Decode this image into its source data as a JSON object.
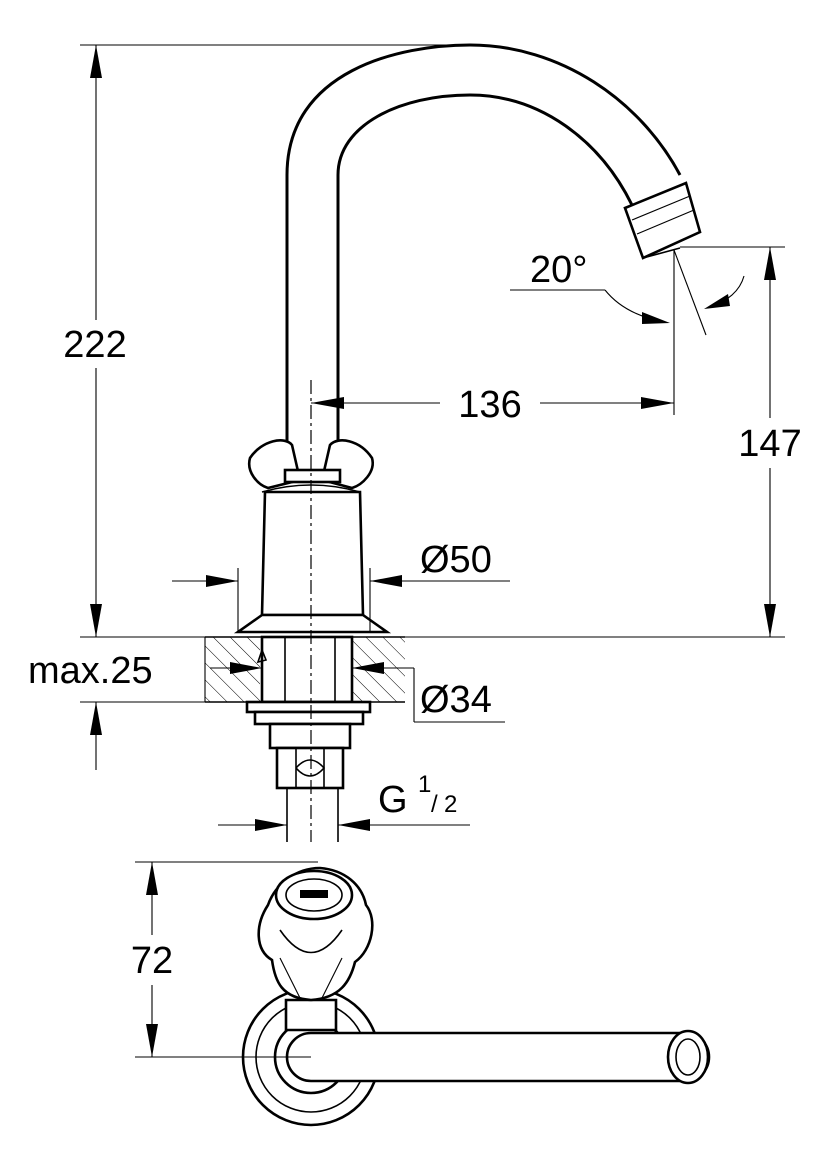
{
  "dimensions": {
    "height_total": "222",
    "spout_reach": "136",
    "outlet_height": "147",
    "angle": "20°",
    "body_diameter": "Ø50",
    "shank_diameter": "Ø34",
    "max_deck": "max.25",
    "thread_main": "G",
    "thread_num": "1",
    "thread_sep": "/",
    "thread_den": "2",
    "handle_height": "72"
  }
}
